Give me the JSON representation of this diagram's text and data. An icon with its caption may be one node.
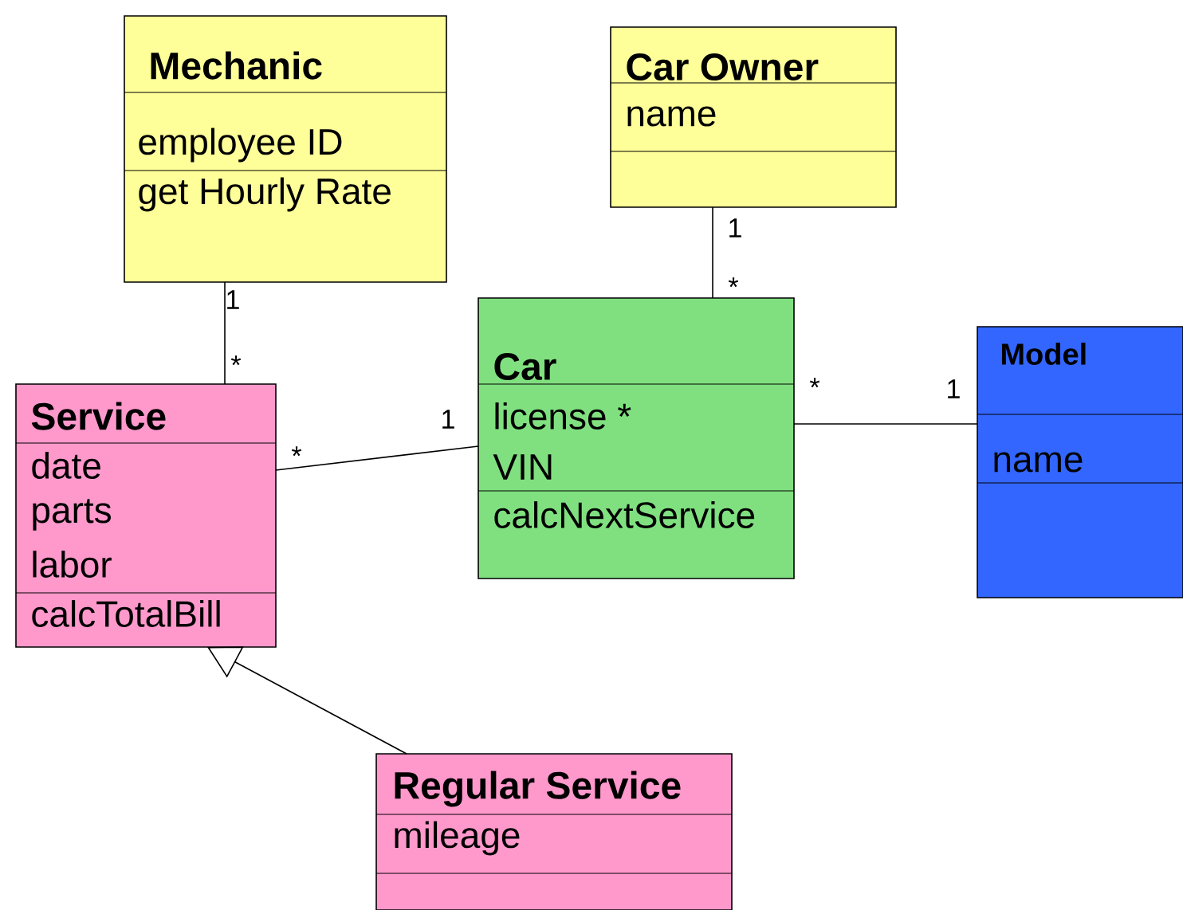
{
  "diagram": {
    "nodes": [
      {
        "text": [
          "Mechanic",
          "employee ID",
          "get Hourly Rate"
        ]
      },
      {
        "text": [
          "Car Owner",
          "name"
        ]
      },
      {
        "text": [
          "Car",
          "license *",
          "VIN",
          "calcNextService"
        ]
      },
      {
        "text": [
          "Model",
          "name"
        ]
      },
      {
        "text": [
          "Service",
          "date",
          "parts",
          "labor",
          "calcTotalBill"
        ]
      },
      {
        "text": [
          "Regular Service",
          "mileage"
        ]
      }
    ],
    "edges": [
      {
        "from": 0,
        "to": 4,
        "arrow": "none"
      },
      {
        "from": 1,
        "to": 2,
        "arrow": "none"
      },
      {
        "from": 2,
        "to": 3,
        "arrow": "none"
      },
      {
        "from": 4,
        "to": 2,
        "arrow": "none"
      },
      {
        "from": 5,
        "to": 4,
        "arrow": "to"
      }
    ],
    "labels": [
      "1",
      "*",
      "1",
      "*",
      "*",
      "1",
      "*",
      "1"
    ]
  }
}
